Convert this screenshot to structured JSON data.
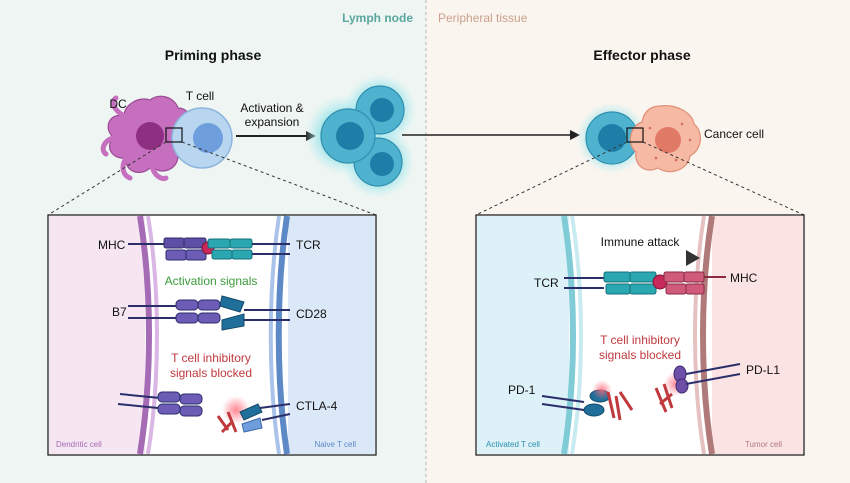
{
  "regions": {
    "left": "Lymph node",
    "right": "Peripheral tissue"
  },
  "phases": {
    "priming": "Priming phase",
    "effector": "Effector phase"
  },
  "cells": {
    "dc": "DC",
    "tcell": "T cell",
    "cancer": "Cancer cell"
  },
  "arrow_label": {
    "line1": "Activation &",
    "line2": "expansion"
  },
  "left_panel": {
    "mhc": "MHC",
    "tcr": "TCR",
    "activation": "Activation signals",
    "b7": "B7",
    "cd28": "CD28",
    "inhibit_line1": "T cell inhibitory",
    "inhibit_line2": "signals blocked",
    "ctla4": "CTLA-4",
    "dendritic": "Dendritic cell",
    "naive": "Naive T cell"
  },
  "right_panel": {
    "attack": "Immune attack",
    "tcr": "TCR",
    "mhc": "MHC",
    "inhibit_line1": "T cell inhibitory",
    "inhibit_line2": "signals blocked",
    "pd1": "PD-1",
    "pdl1": "PD-L1",
    "activated": "Activated T cell",
    "tumor": "Tumor cell"
  },
  "colors": {
    "lymph_bg": "#eef5f2",
    "tissue_bg": "#fbf5ef",
    "lymph_text": "#5aa6a0",
    "tissue_text": "#c9a08a",
    "green_text": "#3a9a3a",
    "red_text": "#c0393d",
    "purple": "#6a5aa8",
    "teal": "#2aa7b0",
    "pink": "#d05a7a"
  }
}
